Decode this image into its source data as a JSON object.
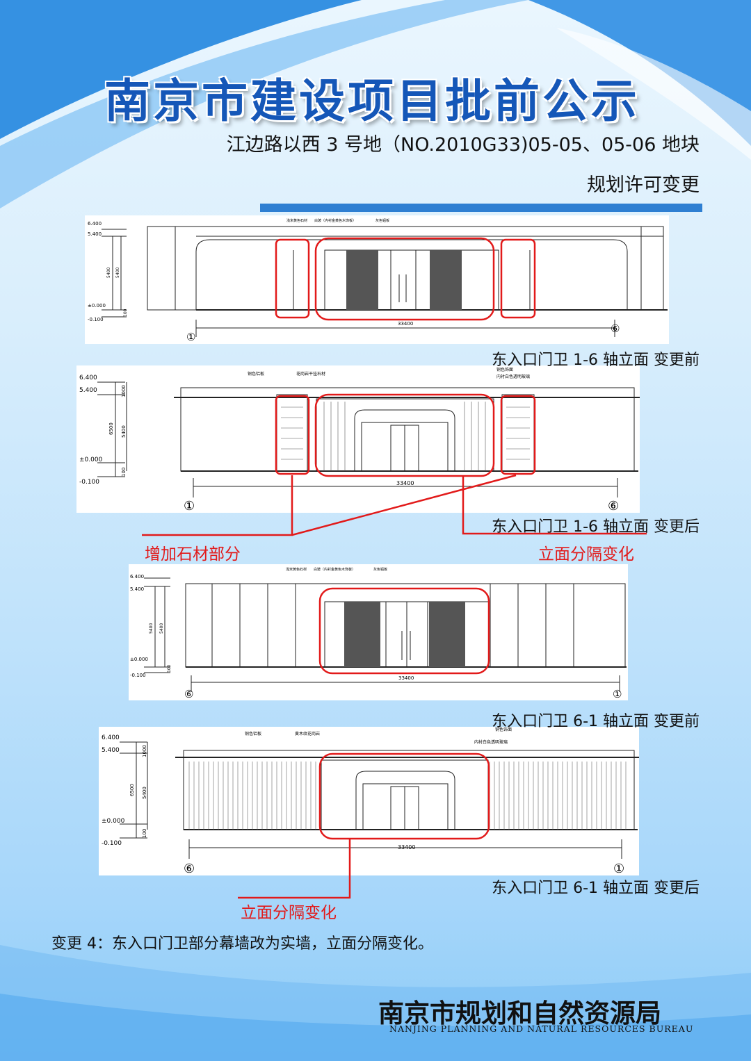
{
  "header": {
    "title": "南京市建设项目批前公示",
    "subtitle": "江边路以西 3 号地（NO.2010G33)05-05、05-06 地块",
    "subtitle2": "规划许可变更"
  },
  "drawings": [
    {
      "caption": "东入口门卫 1-6 轴立面 变更前",
      "dims": {
        "top": "6.400",
        "mid": "5.400",
        "zero": "±0.000",
        "bottom": "-0.100",
        "span": "33400",
        "left_axis": "①",
        "right_axis": "⑥",
        "v1": "5400",
        "v2": "5400",
        "v3": "100"
      },
      "notes": [
        "浅米黄色石材",
        "白玻（内衬金黄色木饰板）",
        "灰色铝板"
      ]
    },
    {
      "caption": "东入口门卫 1-6 轴立面 变更后",
      "dims": {
        "top": "6.400",
        "mid": "5.400",
        "zero": "±0.000",
        "bottom": "-0.100",
        "span": "33400",
        "left_axis": "①",
        "right_axis": "⑥",
        "v1": "1000",
        "v2": "6500",
        "v3": "5400",
        "v4": "100"
      },
      "notes": [
        "铜色铝板",
        "花岗岩干挂石材",
        "铜色饰面",
        "内衬白色透明玻璃"
      ]
    },
    {
      "caption": "东入口门卫 6-1 轴立面 变更前",
      "dims": {
        "top": "6.400",
        "mid": "5.400",
        "zero": "±0.000",
        "bottom": "-0.100",
        "span": "33400",
        "left_axis": "⑥",
        "right_axis": "①",
        "v1": "5400",
        "v2": "5400",
        "v3": "100"
      },
      "notes": [
        "浅米黄色石材",
        "白玻（内衬金黄色木饰板）",
        "灰色铝板"
      ]
    },
    {
      "caption": "东入口门卫 6-1 轴立面 变更后",
      "dims": {
        "top": "6.400",
        "mid": "5.400",
        "zero": "±0.000",
        "bottom": "-0.100",
        "span": "33400",
        "left_axis": "⑥",
        "right_axis": "①",
        "v1": "1000",
        "v2": "6500",
        "v3": "5400",
        "v4": "100"
      },
      "notes": [
        "铜色铝板",
        "黄木纹花岗岩",
        "铜色饰面",
        "内衬白色透明玻璃"
      ]
    }
  ],
  "annotations": {
    "added_stone": "增加石材部分",
    "facade_change_1": "立面分隔变化",
    "facade_change_2": "立面分隔变化"
  },
  "note": "变更 4：东入口门卫部分幕墙改为实墙，立面分隔变化。",
  "footer": {
    "bureau": "南京市规划和自然资源局",
    "bureau_en": "NANJING PLANNING AND NATURAL RESOURCES BUREAU"
  },
  "colors": {
    "title_blue": "#1557b8",
    "rule_blue": "#2e7fd2",
    "annotation_red": "#e21a1a"
  }
}
